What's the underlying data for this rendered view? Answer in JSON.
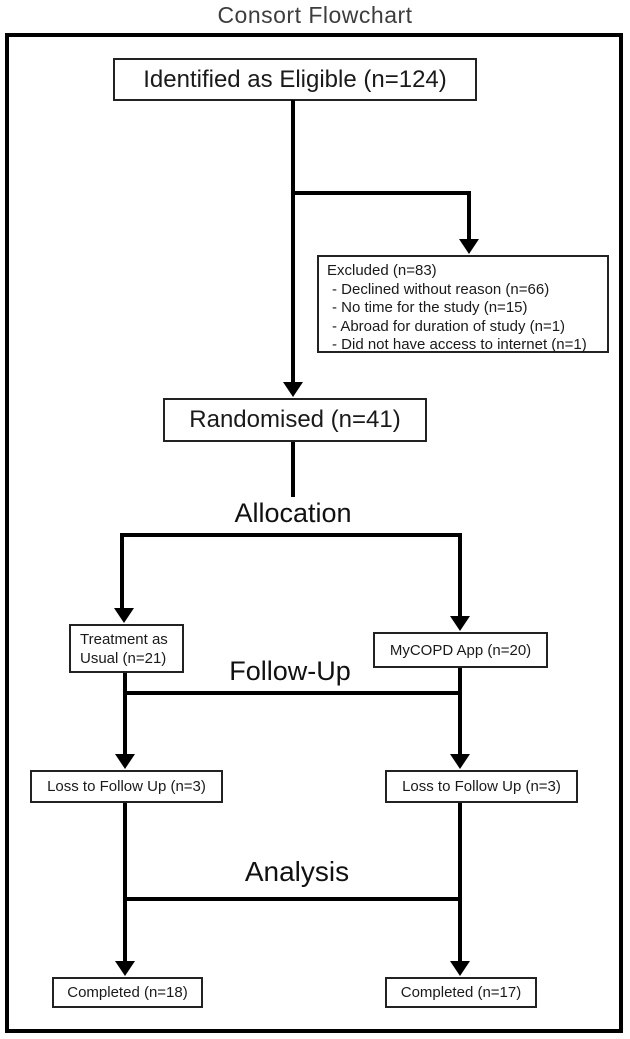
{
  "title": "Consort Flowchart",
  "nodes": {
    "eligible": {
      "label": "Identified as Eligible (n=124)"
    },
    "excluded": {
      "title": "Excluded (n=83)",
      "items": [
        "- Declined without reason (n=66)",
        "- No time for the study (n=15)",
        "- Abroad for duration of study (n=1)",
        "- Did not have access to internet (n=1)"
      ]
    },
    "randomised": {
      "label": "Randomised (n=41)"
    },
    "treatment_as_usual": {
      "line1": "Treatment as",
      "line2": "Usual (n=21)"
    },
    "mycopd_app": {
      "label": "MyCOPD App (n=20)"
    },
    "loss_left": {
      "label": "Loss to Follow Up (n=3)"
    },
    "loss_right": {
      "label": "Loss to Follow Up (n=3)"
    },
    "completed_left": {
      "label": "Completed (n=18)"
    },
    "completed_right": {
      "label": "Completed (n=17)"
    }
  },
  "phases": {
    "allocation": "Allocation",
    "follow_up": "Follow-Up",
    "analysis": "Analysis"
  },
  "colors": {
    "line": "#000000",
    "title_text": "#3d3d3d",
    "box_border": "#222222",
    "box_text": "#1a1a1a",
    "background": "#ffffff"
  }
}
